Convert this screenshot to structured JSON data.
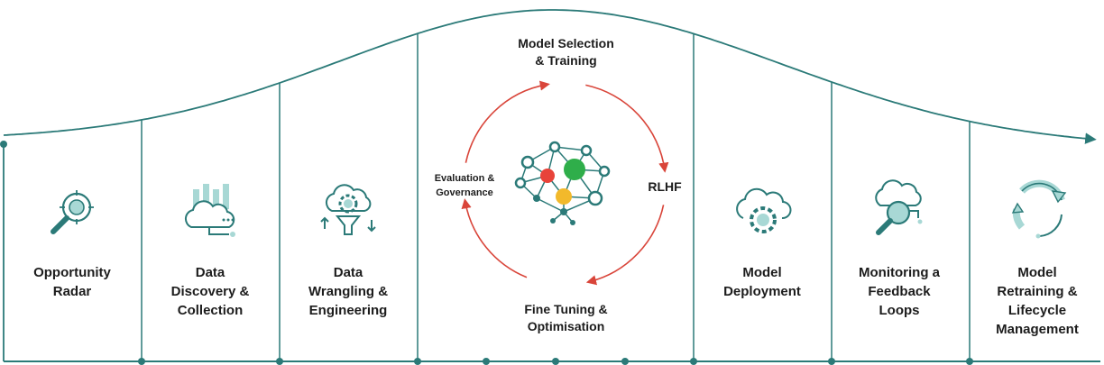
{
  "colors": {
    "teal": "#2b7a78",
    "teal_light": "#a8d8d5",
    "arrow_red": "#d9453a",
    "node_red": "#e8433a",
    "node_green": "#2fae4a",
    "node_yellow": "#f2b92b",
    "text": "#1c1c1c"
  },
  "stages": [
    {
      "label": "Opportunity\nRadar",
      "icon": "magnifier-radar-icon"
    },
    {
      "label": "Data\nDiscovery &\nCollection",
      "icon": "cloud-data-bars-icon"
    },
    {
      "label": "Data\nWrangling &\nEngineering",
      "icon": "cloud-gear-funnel-icon"
    },
    {
      "label": "Model\nDeployment",
      "icon": "cloud-gear-icon"
    },
    {
      "label": "Monitoring a\nFeedback\nLoops",
      "icon": "cloud-magnifier-icon"
    },
    {
      "label": "Model\nRetraining &\nLifecycle\nManagement",
      "icon": "recycle-arrows-icon"
    }
  ],
  "cycle": {
    "top": "Model Selection\n& Training",
    "right": "RLHF",
    "bottom": "Fine Tuning &\nOptimisation",
    "left": "Evaluation &\nGovernance",
    "center_icon": "neural-network-brain-icon"
  }
}
